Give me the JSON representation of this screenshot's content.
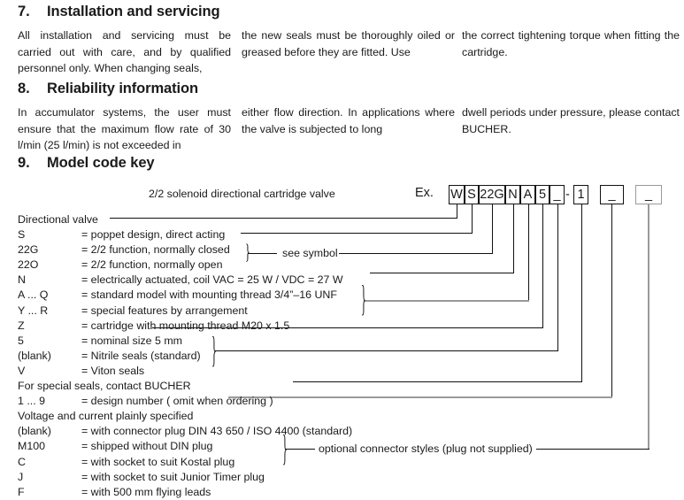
{
  "document": {
    "sections": [
      {
        "number": "7.",
        "title": "Installation and servicing",
        "columns": [
          "All installation and servicing  must be carried out with care, and by qualified personnel only. When changing seals,",
          "the new seals must be thoroughly oiled or greased before they are fitted. Use",
          "the correct tightening torque when fitting the cartridge."
        ]
      },
      {
        "number": "8.",
        "title": "Reliability information",
        "columns": [
          "In accumulator systems, the user must ensure that the maximum flow rate of 30 l/min (25 l/min) is not exceeded in",
          "either flow direction. In applications where the valve is subjected to long",
          "dwell periods under pressure, please contact BUCHER."
        ]
      },
      {
        "number": "9.",
        "title": "Model code key"
      }
    ]
  },
  "model_code": {
    "valve_description": "2/2 solenoid directional cartridge valve",
    "example_label": "Ex.",
    "boxes": [
      {
        "text": "W",
        "style": "black"
      },
      {
        "text": "S",
        "style": "black"
      },
      {
        "text": "22G",
        "style": "black"
      },
      {
        "text": "N",
        "style": "black"
      },
      {
        "text": "A",
        "style": "black"
      },
      {
        "text": "5",
        "style": "black"
      },
      {
        "text": "_",
        "style": "black"
      },
      {
        "text": "1",
        "style": "black"
      },
      {
        "text": "_",
        "style": "black"
      },
      {
        "text": "_",
        "style": "gray"
      }
    ],
    "separator": "-"
  },
  "legend": {
    "rows": [
      {
        "code": "Directional valve",
        "desc": "",
        "full": true
      },
      {
        "code": "S",
        "desc": "= poppet design, direct acting"
      },
      {
        "code": "22G",
        "desc": "= 2/2 function, normally closed"
      },
      {
        "code": "22O",
        "desc": "= 2/2 function, normally open"
      },
      {
        "code": "N",
        "desc": "= electrically actuated, coil VAC = 25 W  /  VDC = 27 W"
      },
      {
        "code": "A ... Q",
        "desc": "= standard model with mounting thread 3/4”–16 UNF"
      },
      {
        "code": "Y ... R",
        "desc": "= special features by arrangement"
      },
      {
        "code": "Z",
        "desc": "= cartridge with mounting thread M20 x 1.5"
      },
      {
        "code": "5",
        "desc": "= nominal size 5 mm"
      },
      {
        "code": "(blank)",
        "desc": "= Nitrile seals (standard)"
      },
      {
        "code": "V",
        "desc": "= Viton seals"
      },
      {
        "code": "For special seals, contact BUCHER",
        "desc": "",
        "full": true
      },
      {
        "code": "1 ... 9",
        "desc": "= design number  ( omit when ordering )"
      },
      {
        "code": "Voltage and current plainly specified",
        "desc": "",
        "full": true
      },
      {
        "code": "(blank)",
        "desc": "= with connector plug DIN 43 650 / ISO 4400 (standard)"
      },
      {
        "code": "M100",
        "desc": "= shipped without DIN plug"
      },
      {
        "code": "C",
        "desc": "= with socket to suit Kostal plug"
      },
      {
        "code": "J",
        "desc": "= with socket to suit Junior Timer plug"
      },
      {
        "code": "F",
        "desc": "= with 500 mm flying leads"
      }
    ],
    "annotations": {
      "see_symbol": "see symbol",
      "optional_connector": "optional connector styles (plug not supplied)"
    }
  },
  "colors": {
    "ink": "#1a1a1a",
    "line": "#111111",
    "line_gray": "#9a9a9a",
    "background": "#ffffff"
  }
}
